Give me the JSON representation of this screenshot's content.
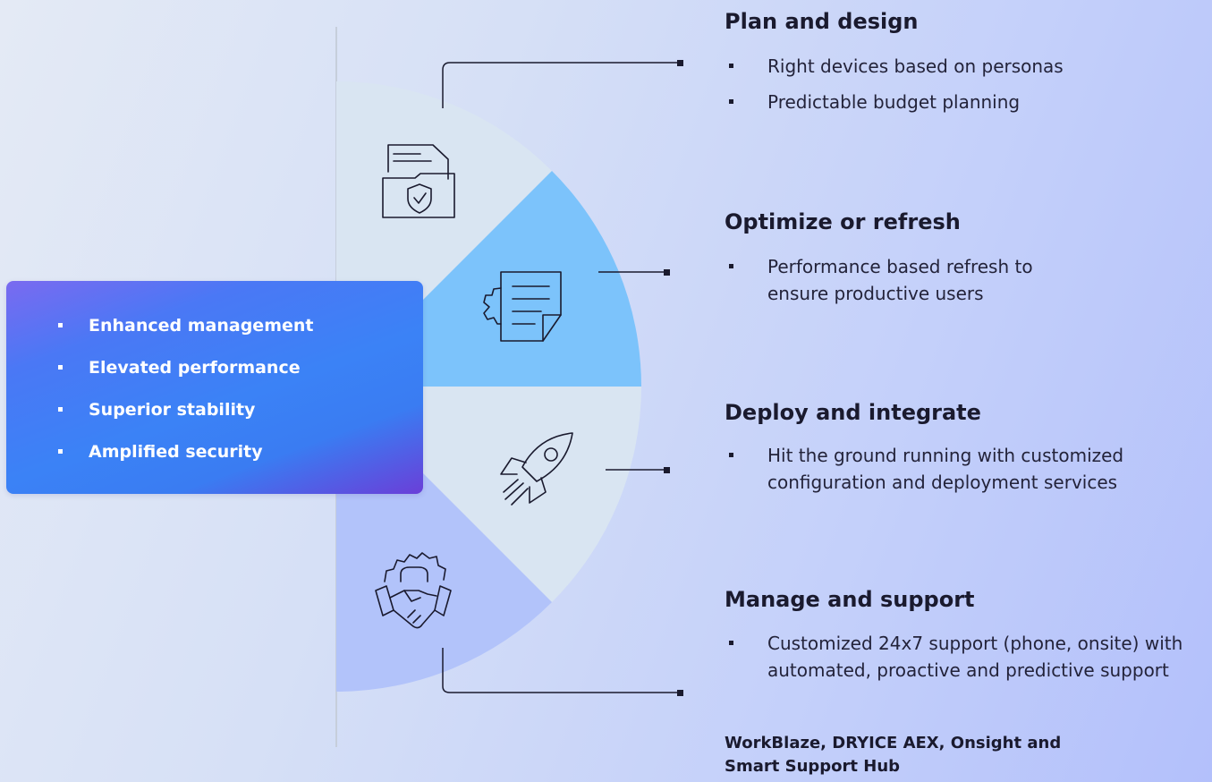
{
  "benefits": [
    "Enhanced management",
    "Elevated performance",
    "Superior stability",
    "Amplified security"
  ],
  "stages": [
    {
      "title": "Plan and design",
      "icon": "folder-shield-icon",
      "bullets": [
        "Right devices based on personas",
        "Predictable budget planning"
      ]
    },
    {
      "title": "Optimize or refresh",
      "icon": "document-gear-icon",
      "bullets": [
        "Performance based refresh to ensure productive users"
      ]
    },
    {
      "title": "Deploy and integrate",
      "icon": "rocket-icon",
      "bullets": [
        "Hit the ground running with customized configuration and deployment services"
      ]
    },
    {
      "title": "Manage and support",
      "icon": "handshake-gear-icon",
      "bullets": [
        "Customized 24x7 support (phone, onsite) with automated, proactive and predictive support"
      ]
    }
  ],
  "footer_note": "WorkBlaze, DRYICE AEX, Onsight and Smart Support Hub",
  "colors": {
    "segment_plan": "#d9e5f2",
    "segment_optimize": "#7cc3fb",
    "segment_deploy": "#d9e5f2",
    "segment_manage": "#b2c3fa",
    "card_gradient_start": "#7a6af0",
    "card_gradient_mid": "#3b82f6",
    "card_gradient_end": "#6a3fd8"
  }
}
